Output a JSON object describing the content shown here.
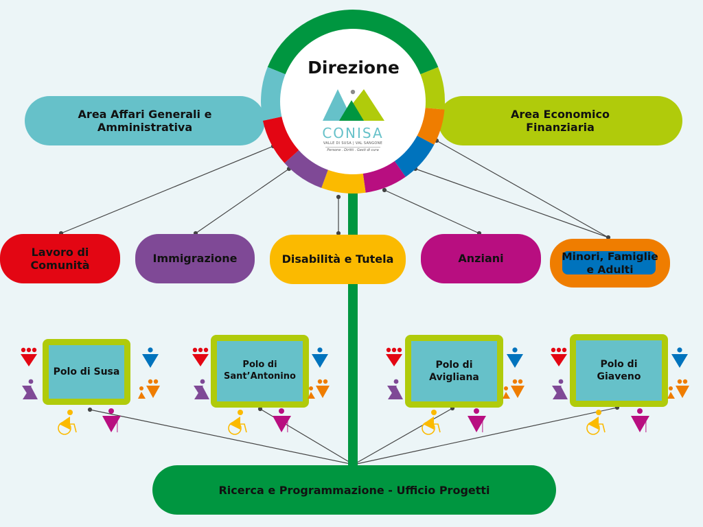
{
  "direzione": {
    "title": "Direzione",
    "logo": {
      "name": "CONISA",
      "subtitle": "VALLE DI SUSA | VAL SANGONE",
      "tagline": "Persone . Diritti . Gesti di cura"
    }
  },
  "colors": {
    "background": "#ecf5f7",
    "green": "#009640",
    "lime": "#b0cb0b",
    "teal": "#66c1c9",
    "red": "#e30613",
    "purple": "#7f4996",
    "yellow": "#fbba00",
    "magenta": "#b80e80",
    "blue": "#0073bd",
    "orange": "#ef7d00"
  },
  "areas": {
    "affari_generali": "Area Affari Generali e Amministrativa",
    "economico_finanziaria": "Area Economico Finanziaria"
  },
  "services": [
    {
      "label": "Lavoro di Comunità",
      "color": "#e30613"
    },
    {
      "label": "Immigrazione",
      "color": "#7f4996"
    },
    {
      "label": "Disabilità e Tutela",
      "color": "#fbba00"
    },
    {
      "label": "Anziani",
      "color": "#b80e80"
    },
    {
      "label": "Minori, Famiglie e Adulti",
      "color": "#ef7d00"
    }
  ],
  "poli": [
    {
      "label": "Polo di Susa"
    },
    {
      "label": "Polo di Sant’Antonino"
    },
    {
      "label": "Polo di Avigliana"
    },
    {
      "label": "Polo di Giaveno"
    }
  ],
  "persona_icons": [
    "family-icon",
    "mother-child-icon",
    "man-icon",
    "parents-child-icon",
    "wheelchair-user-icon",
    "woman-icon"
  ],
  "ricerca": {
    "label": "Ricerca e Programmazione - Ufficio Progetti"
  }
}
